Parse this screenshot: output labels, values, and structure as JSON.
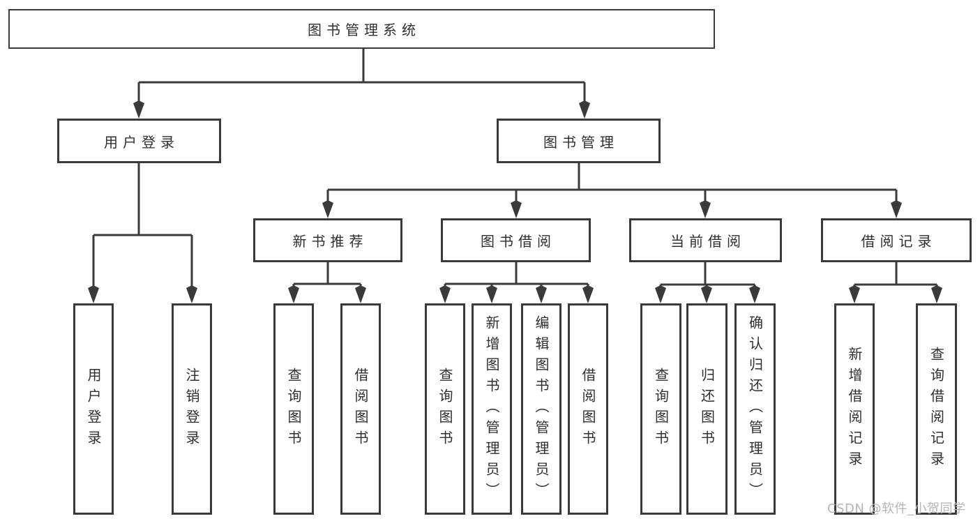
{
  "diagram": {
    "nodes": {
      "root": "图书管理系统",
      "user_login": "用户登录",
      "book_mgmt": "图书管理",
      "new_book": "新书推荐",
      "book_borrow": "图书借阅",
      "current_borrow": "当前借阅",
      "borrow_record": "借阅记录",
      "leaves": {
        "user_login": "用户登录",
        "logout": "注销登录",
        "query_book_recommend": "查询图书",
        "borrow_book_recommend": "借阅图书",
        "query_book_borrow": "查询图书",
        "add_book_admin": "新增图书（管理员）",
        "edit_book_admin": "编辑图书（管理员）",
        "borrow_book": "借阅图书",
        "query_book_current": "查询图书",
        "return_book": "归还图书",
        "confirm_return_admin": "确认归还（管理员）",
        "add_borrow_record": "新增借阅记录",
        "query_borrow_record": "查询借阅记录"
      }
    },
    "colors": {
      "line": "#3a3a3a",
      "text": "#2f2f2f",
      "watermark": "#b5b5b5",
      "background": "#ffffff"
    },
    "watermark": "CSDN @软件_小贺同学"
  }
}
